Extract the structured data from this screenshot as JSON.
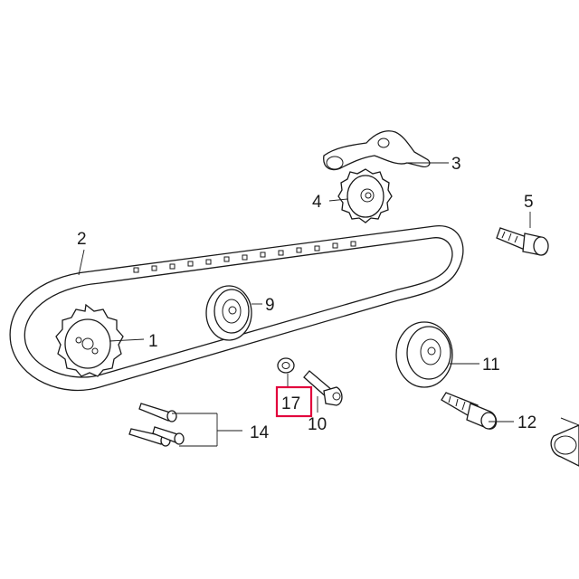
{
  "callouts": {
    "c1": "1",
    "c2": "2",
    "c3": "3",
    "c4": "4",
    "c5": "5",
    "c9": "9",
    "c10": "10",
    "c11": "11",
    "c12": "12",
    "c14": "14",
    "c17": "17"
  },
  "highlight": {
    "part": "17",
    "color": "#e2003c"
  }
}
